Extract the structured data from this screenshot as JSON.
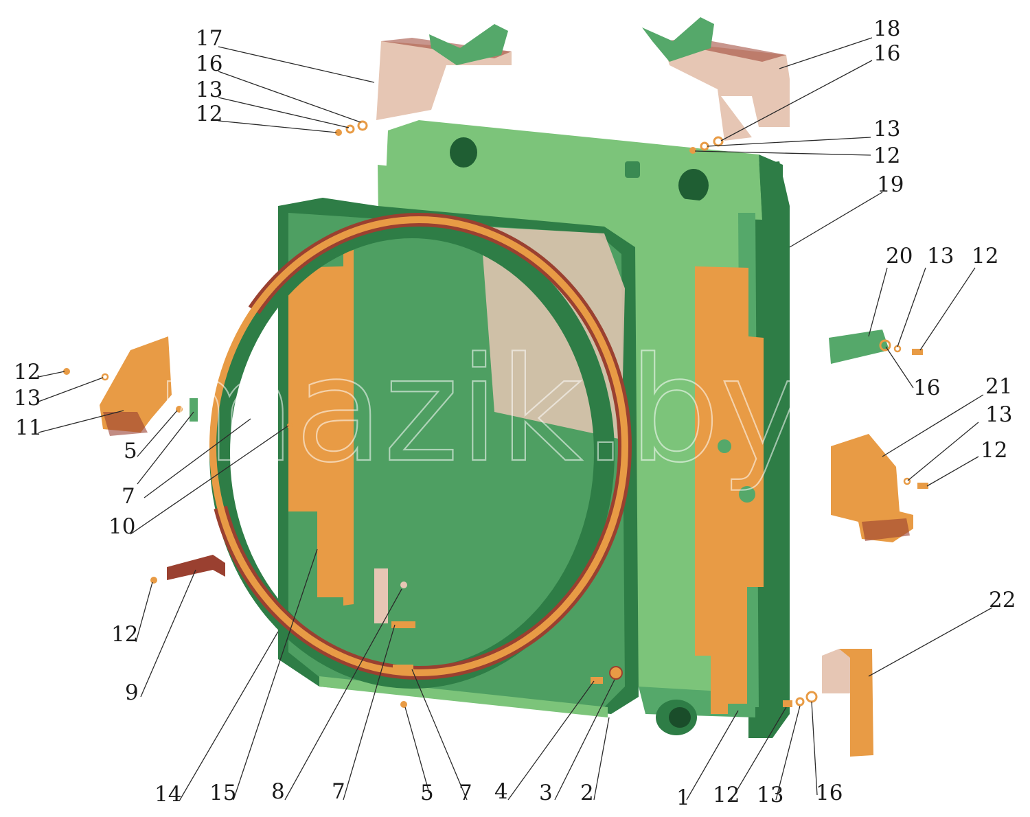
{
  "watermark": "mazik.by",
  "colors": {
    "radiator_green": "#7CC47A",
    "dark_green": "#2E7D46",
    "mid_green": "#55A86A",
    "orange": "#E89B45",
    "brick": "#9A4030",
    "pink": "#E6C6B4"
  },
  "callouts": [
    {
      "id": "c1",
      "label": "17"
    },
    {
      "id": "c2",
      "label": "16"
    },
    {
      "id": "c3",
      "label": "13"
    },
    {
      "id": "c4",
      "label": "12"
    },
    {
      "id": "c5",
      "label": "18"
    },
    {
      "id": "c6",
      "label": "16"
    },
    {
      "id": "c7",
      "label": "13"
    },
    {
      "id": "c8",
      "label": "12"
    },
    {
      "id": "c9",
      "label": "19"
    },
    {
      "id": "c10",
      "label": "20"
    },
    {
      "id": "c11",
      "label": "13"
    },
    {
      "id": "c12",
      "label": "12"
    },
    {
      "id": "c13",
      "label": "16"
    },
    {
      "id": "c14",
      "label": "21"
    },
    {
      "id": "c15",
      "label": "13"
    },
    {
      "id": "c16",
      "label": "12"
    },
    {
      "id": "c17",
      "label": "22"
    },
    {
      "id": "c18",
      "label": "12"
    },
    {
      "id": "c19",
      "label": "13"
    },
    {
      "id": "c20",
      "label": "11"
    },
    {
      "id": "c21",
      "label": "5"
    },
    {
      "id": "c22",
      "label": "7"
    },
    {
      "id": "c23",
      "label": "10"
    },
    {
      "id": "c24",
      "label": "12"
    },
    {
      "id": "c25",
      "label": "9"
    },
    {
      "id": "c26",
      "label": "14"
    },
    {
      "id": "c27",
      "label": "15"
    },
    {
      "id": "c28",
      "label": "8"
    },
    {
      "id": "c29",
      "label": "7"
    },
    {
      "id": "c30",
      "label": "5"
    },
    {
      "id": "c31",
      "label": "7"
    },
    {
      "id": "c32",
      "label": "4"
    },
    {
      "id": "c33",
      "label": "3"
    },
    {
      "id": "c34",
      "label": "2"
    },
    {
      "id": "c35",
      "label": "1"
    },
    {
      "id": "c36",
      "label": "12"
    },
    {
      "id": "c37",
      "label": "13"
    },
    {
      "id": "c38",
      "label": "16"
    }
  ]
}
